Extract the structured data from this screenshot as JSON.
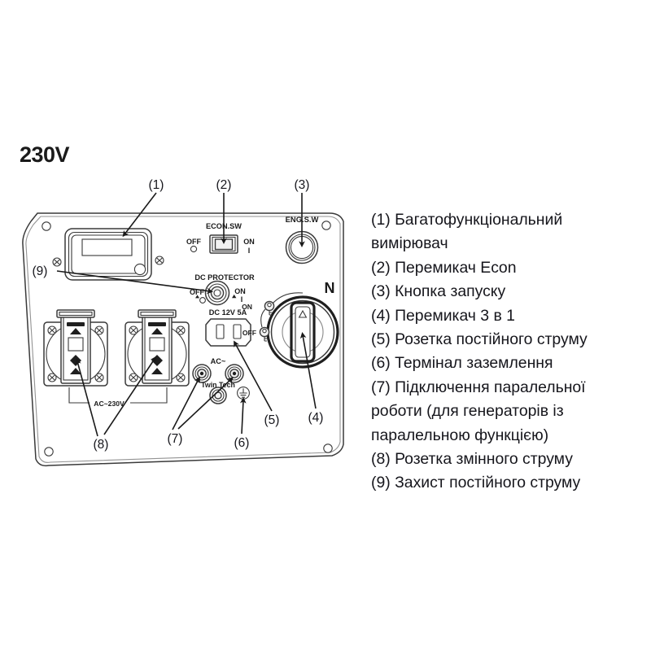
{
  "page": {
    "title_voltage": "230V",
    "background_color": "#ffffff",
    "line_color": "#3a3a3a",
    "text_color": "#16161c"
  },
  "panel": {
    "name": "generator-control-panel",
    "display_meter": {
      "label": "multifunction-meter"
    },
    "labels": {
      "econ_switch": "ECON.SW",
      "econ_off": "OFF",
      "econ_on": "ON",
      "econ_on_mark": "I",
      "eng_switch": "ENG.S.W",
      "dc_protector": "DC PROTECTOR",
      "dc_protector_off": "OFF",
      "dc_protector_on": "ON",
      "dc_protector_on_mark": "I",
      "dc_socket": "DC 12V 5A",
      "ac_terminals": "AC~",
      "twin_tech": "Twin Tech",
      "ac_outlets": "AC~230V",
      "knob_n": "N",
      "knob_on": "ON",
      "knob_off": "OFF"
    },
    "callouts": {
      "c1": "(1)",
      "c2": "(2)",
      "c3": "(3)",
      "c4": "(4)",
      "c5": "(5)",
      "c6": "(6)",
      "c7": "(7)",
      "c8": "(8)",
      "c9": "(9)"
    }
  },
  "legend": {
    "items": [
      "(1) Багатофункціональний вимірювач",
      "(2) Перемикач Econ",
      "(3) Кнопка запуску",
      "(4) Перемикач 3 в 1",
      "(5) Розетка постійного струму",
      "(6) Термінал заземлення",
      "(7) Підключення паралельної роботи (для генераторів із паралельною функцією)",
      "(8) Розетка змінного струму",
      "(9) Захист постійного струму"
    ]
  }
}
